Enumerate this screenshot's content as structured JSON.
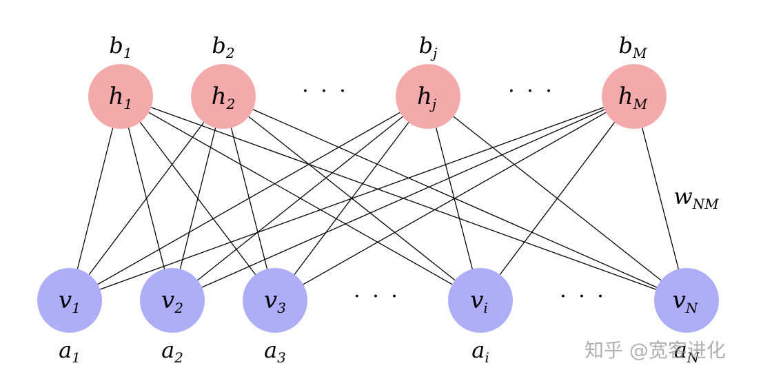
{
  "hidden_layer": {
    "color": "#f4aaaa",
    "nodes": [
      {
        "id": "h1",
        "label_base": "h",
        "label_sub": "1",
        "bias_base": "b",
        "bias_sub": "1"
      },
      {
        "id": "h2",
        "label_base": "h",
        "label_sub": "2",
        "bias_base": "b",
        "bias_sub": "2"
      },
      {
        "id": "hj",
        "label_base": "h",
        "label_sub": "j",
        "bias_base": "b",
        "bias_sub": "j"
      },
      {
        "id": "hM",
        "label_base": "h",
        "label_sub": "M",
        "bias_base": "b",
        "bias_sub": "M"
      }
    ],
    "ellipses": [
      "· · ·",
      "· · ·"
    ]
  },
  "visible_layer": {
    "color": "#aeaef8",
    "nodes": [
      {
        "id": "v1",
        "label_base": "v",
        "label_sub": "1",
        "bias_base": "a",
        "bias_sub": "1"
      },
      {
        "id": "v2",
        "label_base": "v",
        "label_sub": "2",
        "bias_base": "a",
        "bias_sub": "2"
      },
      {
        "id": "v3",
        "label_base": "v",
        "label_sub": "3",
        "bias_base": "a",
        "bias_sub": "3"
      },
      {
        "id": "vi",
        "label_base": "v",
        "label_sub": "i",
        "bias_base": "a",
        "bias_sub": "i"
      },
      {
        "id": "vN",
        "label_base": "v",
        "label_sub": "N",
        "bias_base": "a",
        "bias_sub": "N"
      }
    ],
    "ellipses": [
      "· · ·",
      "· · ·"
    ]
  },
  "weight_label": {
    "base": "w",
    "sub": "NM"
  },
  "edges": [
    [
      "h1",
      "v1"
    ],
    [
      "h1",
      "v2"
    ],
    [
      "h1",
      "v3"
    ],
    [
      "h1",
      "vi"
    ],
    [
      "h1",
      "vN"
    ],
    [
      "h2",
      "v1"
    ],
    [
      "h2",
      "v2"
    ],
    [
      "h2",
      "v3"
    ],
    [
      "h2",
      "vi"
    ],
    [
      "h2",
      "vN"
    ],
    [
      "hj",
      "v1"
    ],
    [
      "hj",
      "v2"
    ],
    [
      "hj",
      "v3"
    ],
    [
      "hj",
      "vi"
    ],
    [
      "hj",
      "vN"
    ],
    [
      "hM",
      "v1"
    ],
    [
      "hM",
      "v2"
    ],
    [
      "hM",
      "v3"
    ],
    [
      "hM",
      "vi"
    ],
    [
      "hM",
      "vN"
    ]
  ],
  "watermark": "知乎 @宽客进化"
}
